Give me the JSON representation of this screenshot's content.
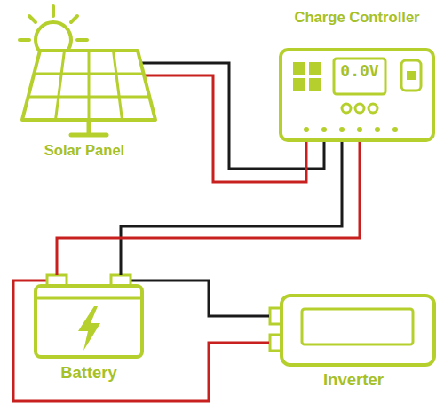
{
  "diagram": {
    "nodes": [
      {
        "text": [
          "Solar Panel"
        ]
      },
      {
        "text": [
          "Charge Controller"
        ]
      },
      {
        "text": [
          "Battery"
        ]
      },
      {
        "text": [
          "Inverter"
        ]
      }
    ],
    "edges": [
      {
        "from": 0,
        "to": 1,
        "arrow": "none"
      },
      {
        "from": 0,
        "to": 1,
        "arrow": "none"
      },
      {
        "from": 1,
        "to": 2,
        "arrow": "none"
      },
      {
        "from": 1,
        "to": 2,
        "arrow": "none"
      },
      {
        "from": 2,
        "to": 3,
        "arrow": "none"
      },
      {
        "from": 2,
        "to": 3,
        "arrow": "none"
      }
    ],
    "labels": [
      "0.0V"
    ]
  }
}
